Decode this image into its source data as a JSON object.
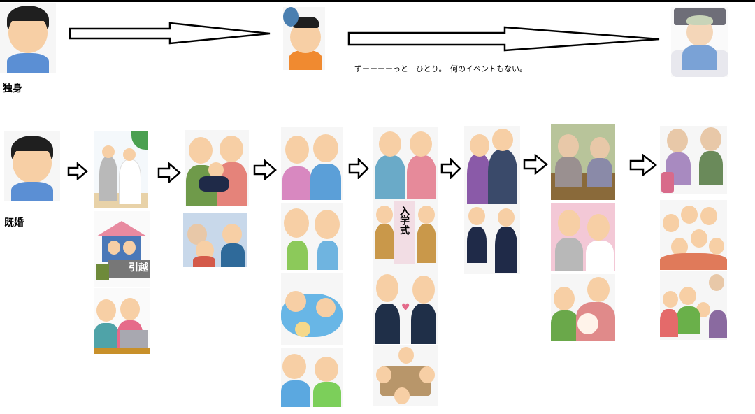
{
  "single": {
    "label": "独身",
    "caption": "ずーーーーっと　ひとり。　何のイベントもない。",
    "stages": [
      {
        "id": "single-young",
        "icon": "young-man-icon",
        "color": "#5b8fd4"
      },
      {
        "id": "single-middle",
        "icon": "worried-balding-man-icon",
        "color": "#f08a30"
      },
      {
        "id": "single-elderly",
        "icon": "elderly-hospital-bed-icon",
        "color": "#7aa2d6"
      }
    ]
  },
  "married": {
    "label": "既婚",
    "columns": [
      {
        "id": "col-start",
        "pictures": [
          {
            "name": "young-man",
            "colors": [
              "#5b8fd4"
            ]
          }
        ]
      },
      {
        "id": "col-newlywed",
        "pictures": [
          {
            "name": "beach-wedding",
            "colors": [
              "#b9b9b9",
              "#ffffff"
            ]
          },
          {
            "name": "moving-house",
            "colors": [
              "#e88aa0",
              "#6e8a3a"
            ],
            "text": "引越"
          },
          {
            "name": "couple-laptop",
            "colors": [
              "#4fa3a8",
              "#e66a8a"
            ]
          }
        ]
      },
      {
        "id": "col-baby",
        "pictures": [
          {
            "name": "parents-with-baby",
            "colors": [
              "#6f9a4a",
              "#e5837a"
            ]
          },
          {
            "name": "family-on-train",
            "colors": [
              "#9cb4d2",
              "#d45a4a"
            ]
          }
        ]
      },
      {
        "id": "col-kids",
        "pictures": [
          {
            "name": "parents-smiling",
            "colors": [
              "#d888c0",
              "#5b9fd8"
            ]
          },
          {
            "name": "children-backpacks",
            "colors": [
              "#8cc95a",
              "#6fb4e0"
            ]
          },
          {
            "name": "kids-pool",
            "colors": [
              "#68b6e6",
              "#e84a6a"
            ]
          },
          {
            "name": "boys-playing-games",
            "colors": [
              "#5ba8e0",
              "#7ccf5a"
            ]
          }
        ]
      },
      {
        "id": "col-school",
        "pictures": [
          {
            "name": "parents-holding-hands",
            "colors": [
              "#6aaac8",
              "#e68a9a"
            ]
          },
          {
            "name": "entrance-ceremony",
            "colors": [
              "#c9984a",
              "#e8a0b0"
            ],
            "text": "入学式"
          },
          {
            "name": "student-romance",
            "colors": [
              "#1f2f48",
              "#e46a8a"
            ]
          },
          {
            "name": "study-group",
            "colors": [
              "#b8966a",
              "#2f4a78"
            ]
          }
        ]
      },
      {
        "id": "col-work",
        "pictures": [
          {
            "name": "middle-aged-couple",
            "colors": [
              "#8a5aa8",
              "#3a4a6a"
            ]
          },
          {
            "name": "new-employees",
            "colors": [
              "#1f2a48",
              "#ffffff"
            ]
          }
        ]
      },
      {
        "id": "col-grand",
        "pictures": [
          {
            "name": "elderly-couple-bench",
            "colors": [
              "#9a8a6a",
              "#8a8aa8"
            ]
          },
          {
            "name": "child-wedding",
            "colors": [
              "#e8a8c0",
              "#b8b8b8"
            ]
          },
          {
            "name": "pregnancy",
            "colors": [
              "#6aa84a",
              "#e08a8a"
            ]
          }
        ]
      },
      {
        "id": "col-elder",
        "pictures": [
          {
            "name": "elderly-walking",
            "colors": [
              "#a88ac0",
              "#6a8a5a"
            ]
          },
          {
            "name": "big-family",
            "colors": [
              "#e07a5a",
              "#5ba8e0"
            ]
          },
          {
            "name": "family-reading",
            "colors": [
              "#6ab04a",
              "#e46a6a"
            ]
          }
        ]
      }
    ]
  }
}
